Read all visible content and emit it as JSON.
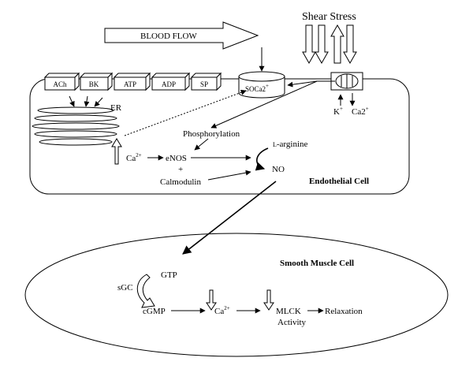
{
  "labels": {
    "blood_flow": "BLOOD FLOW",
    "shear_stress": "Shear Stress",
    "agonists": [
      "ACh",
      "BK",
      "ATP",
      "ADP",
      "SP"
    ],
    "soc_channel": "SOCa2",
    "soc_channel_sup": "+",
    "er": "ER",
    "k_ion": "K",
    "k_ion_sup": "+",
    "ca_ion": "Ca2",
    "ca_ion_sup": "+",
    "phosphorylation": "Phosphorylation",
    "ca": "Ca",
    "ca_sup": "2+",
    "enos": "eNOS",
    "plus": "+",
    "calmodulin": "Calmodulin",
    "l_prefix": "L",
    "arginine": "-arginine",
    "no": "NO",
    "endothelial_cell": "Endothelial Cell",
    "smooth_muscle_cell": "Smooth Muscle Cell",
    "gtp": "GTP",
    "sgc": "sGC",
    "cgmp": "cGMP",
    "ca2": "Ca",
    "ca2_sup": "2+",
    "mlck": "MLCK",
    "activity": "Activity",
    "relaxation": "Relaxation"
  }
}
